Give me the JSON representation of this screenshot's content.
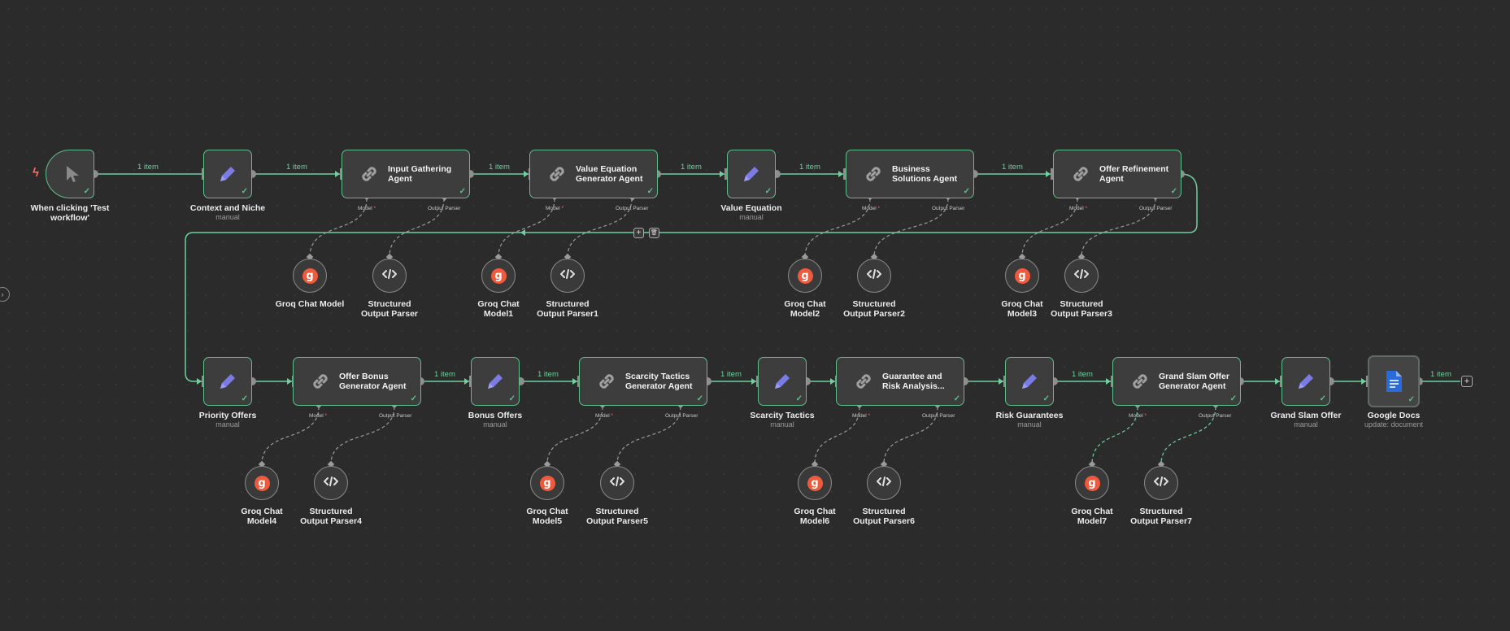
{
  "canvas": {
    "colors": {
      "background": "#2b2b2b",
      "success": "#5fbf8c",
      "groq": "#f05a3c",
      "set_icon": "#7b7be6",
      "docs_icon": "#2a6bdc"
    }
  },
  "trigger": {
    "label": "When clicking 'Test\nworkflow'",
    "icon": "cursor-icon",
    "badge_icon": "bolt-icon"
  },
  "nodes": {
    "context_niche": {
      "label": "Context and Niche",
      "sub": "manual",
      "icon": "pencil-icon"
    },
    "input_gathering": {
      "title": "Input Gathering\nAgent",
      "icon": "link-icon"
    },
    "value_equation_agent": {
      "title": "Value Equation\nGenerator Agent",
      "icon": "link-icon"
    },
    "value_equation": {
      "label": "Value Equation",
      "sub": "manual",
      "icon": "pencil-icon"
    },
    "business_solutions": {
      "title": "Business\nSolutions Agent",
      "icon": "link-icon"
    },
    "offer_refinement": {
      "title": "Offer Refinement\nAgent",
      "icon": "link-icon"
    },
    "priority_offers": {
      "label": "Priority Offers",
      "sub": "manual",
      "icon": "pencil-icon"
    },
    "offer_bonus": {
      "title": "Offer Bonus\nGenerator Agent",
      "icon": "link-icon"
    },
    "bonus_offers": {
      "label": "Bonus Offers",
      "sub": "manual",
      "icon": "pencil-icon"
    },
    "scarcity_agent": {
      "title": "Scarcity Tactics\nGenerator Agent",
      "icon": "link-icon"
    },
    "scarcity_tactics": {
      "label": "Scarcity Tactics",
      "sub": "manual",
      "icon": "pencil-icon"
    },
    "guarantee_agent": {
      "title": "Guarantee and\nRisk Analysis...",
      "icon": "link-icon"
    },
    "risk_guarantees": {
      "label": "Risk Guarantees",
      "sub": "manual",
      "icon": "pencil-icon"
    },
    "grand_slam_agent": {
      "title": "Grand Slam Offer\nGenerator Agent",
      "icon": "link-icon"
    },
    "grand_slam_offer": {
      "label": "Grand Slam Offer",
      "sub": "manual",
      "icon": "pencil-icon"
    },
    "google_docs": {
      "label": "Google Docs",
      "sub": "update: document",
      "icon": "google-docs-icon"
    }
  },
  "ports": {
    "model": "Model",
    "required": "*",
    "parser": "Output Parser"
  },
  "sub_nodes": {
    "groq0": "Groq Chat Model",
    "parser0": "Structured\nOutput Parser",
    "groq1": "Groq Chat\nModel1",
    "parser1": "Structured\nOutput Parser1",
    "groq2": "Groq Chat\nModel2",
    "parser2": "Structured\nOutput Parser2",
    "groq3": "Groq Chat\nModel3",
    "parser3": "Structured\nOutput Parser3",
    "groq4": "Groq Chat\nModel4",
    "parser4": "Structured\nOutput Parser4",
    "groq5": "Groq Chat\nModel5",
    "parser5": "Structured\nOutput Parser5",
    "groq6": "Groq Chat\nModel6",
    "parser6": "Structured\nOutput Parser6",
    "groq7": "Groq Chat\nModel7",
    "parser7": "Structured\nOutput Parser7"
  },
  "groq_glyph": "g",
  "check_glyph": "✓",
  "wire_label": "1 item",
  "edge_buttons": {
    "add": "+",
    "delete": "🗑"
  },
  "end_plus": "+",
  "side_toggle": "›"
}
